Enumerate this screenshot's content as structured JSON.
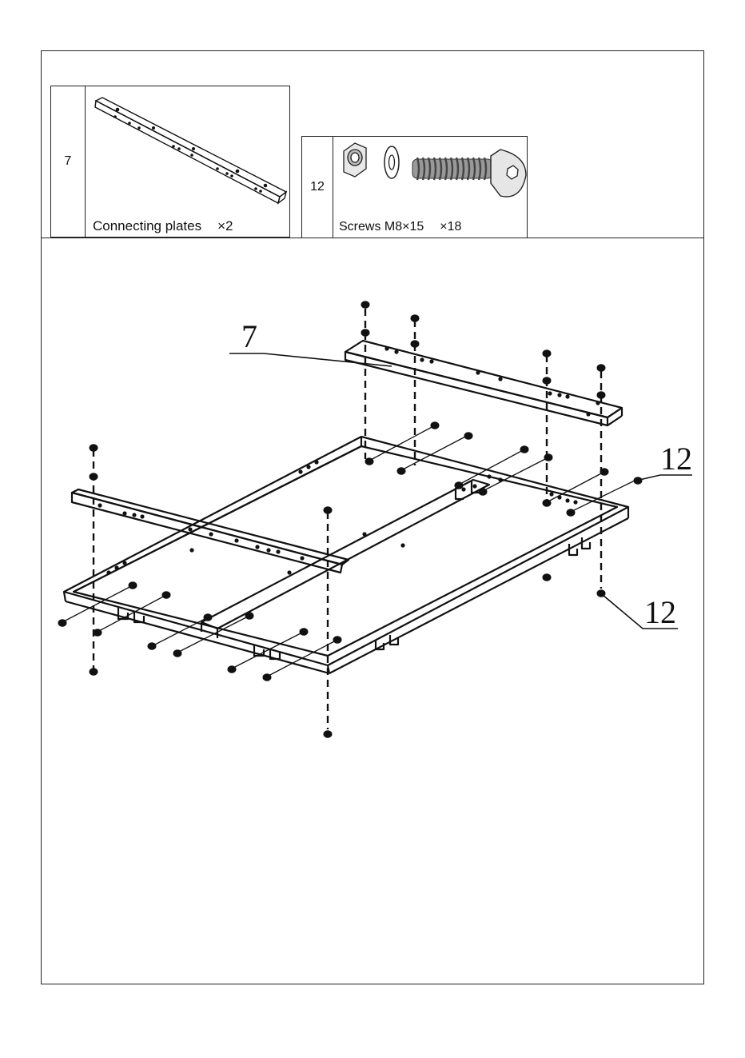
{
  "parts": [
    {
      "number": "7",
      "name": "Connecting plates",
      "quantity": "×2",
      "icon": "connecting-plate-icon"
    },
    {
      "number": "12",
      "name": "Screws M8×15",
      "quantity": "×18",
      "icon": "screw-nut-washer-icon"
    }
  ],
  "callouts": [
    {
      "label": "7"
    },
    {
      "label": "12"
    },
    {
      "label": "12"
    }
  ]
}
